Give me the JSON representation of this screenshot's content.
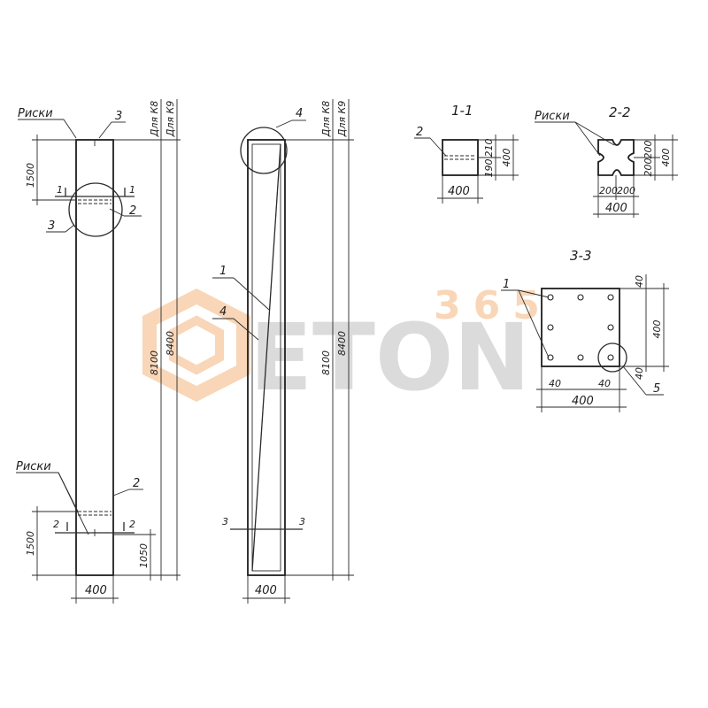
{
  "drawing": {
    "col1": {
      "label_riski_top": "Риски",
      "label_riski_bottom": "Риски",
      "callout_3_top": "3",
      "callout_3_circle": "3",
      "callout_2_mid": "2",
      "callout_2_bottom": "2",
      "section_1_left": "1",
      "section_1_right": "1",
      "section_2_left": "2",
      "section_2_right": "2",
      "dim_1500_top": "1500",
      "dim_1500_bottom": "1500",
      "dim_1050": "1050",
      "dim_8100": "8100",
      "dim_8400": "8400",
      "dim_width": "400",
      "dim_k8": "Для К8",
      "dim_k9": "Для К9"
    },
    "col2": {
      "callout_4_top": "4",
      "callout_1": "1",
      "callout_4": "4",
      "section_3_left": "3",
      "section_3_right": "3",
      "dim_8100": "8100",
      "dim_8400": "8400",
      "dim_width": "400",
      "dim_k8": "Для К8",
      "dim_k9": "Для К9"
    },
    "sec11": {
      "title": "1-1",
      "callout": "2",
      "dim_190": "190",
      "dim_210": "210",
      "dim_400_h": "400",
      "dim_400_w": "400"
    },
    "sec22": {
      "title": "2-2",
      "label_riski": "Риски",
      "dim_200_a": "200",
      "dim_200_b": "200",
      "dim_400_h": "400",
      "dim_200_c": "200",
      "dim_200_d": "200",
      "dim_400_w": "400"
    },
    "sec33": {
      "title": "3-3",
      "callout_1": "1",
      "callout_5": "5",
      "dim_40_top": "40",
      "dim_400_h": "400",
      "dim_40_right": "40",
      "dim_40_left": "40",
      "dim_40_bottom": "40",
      "dim_400_w": "400"
    }
  },
  "watermark": {
    "brand": "ETON",
    "number": "365",
    "colors": {
      "gray": "#cfcfcf",
      "orange": "#f6c9a0"
    }
  }
}
